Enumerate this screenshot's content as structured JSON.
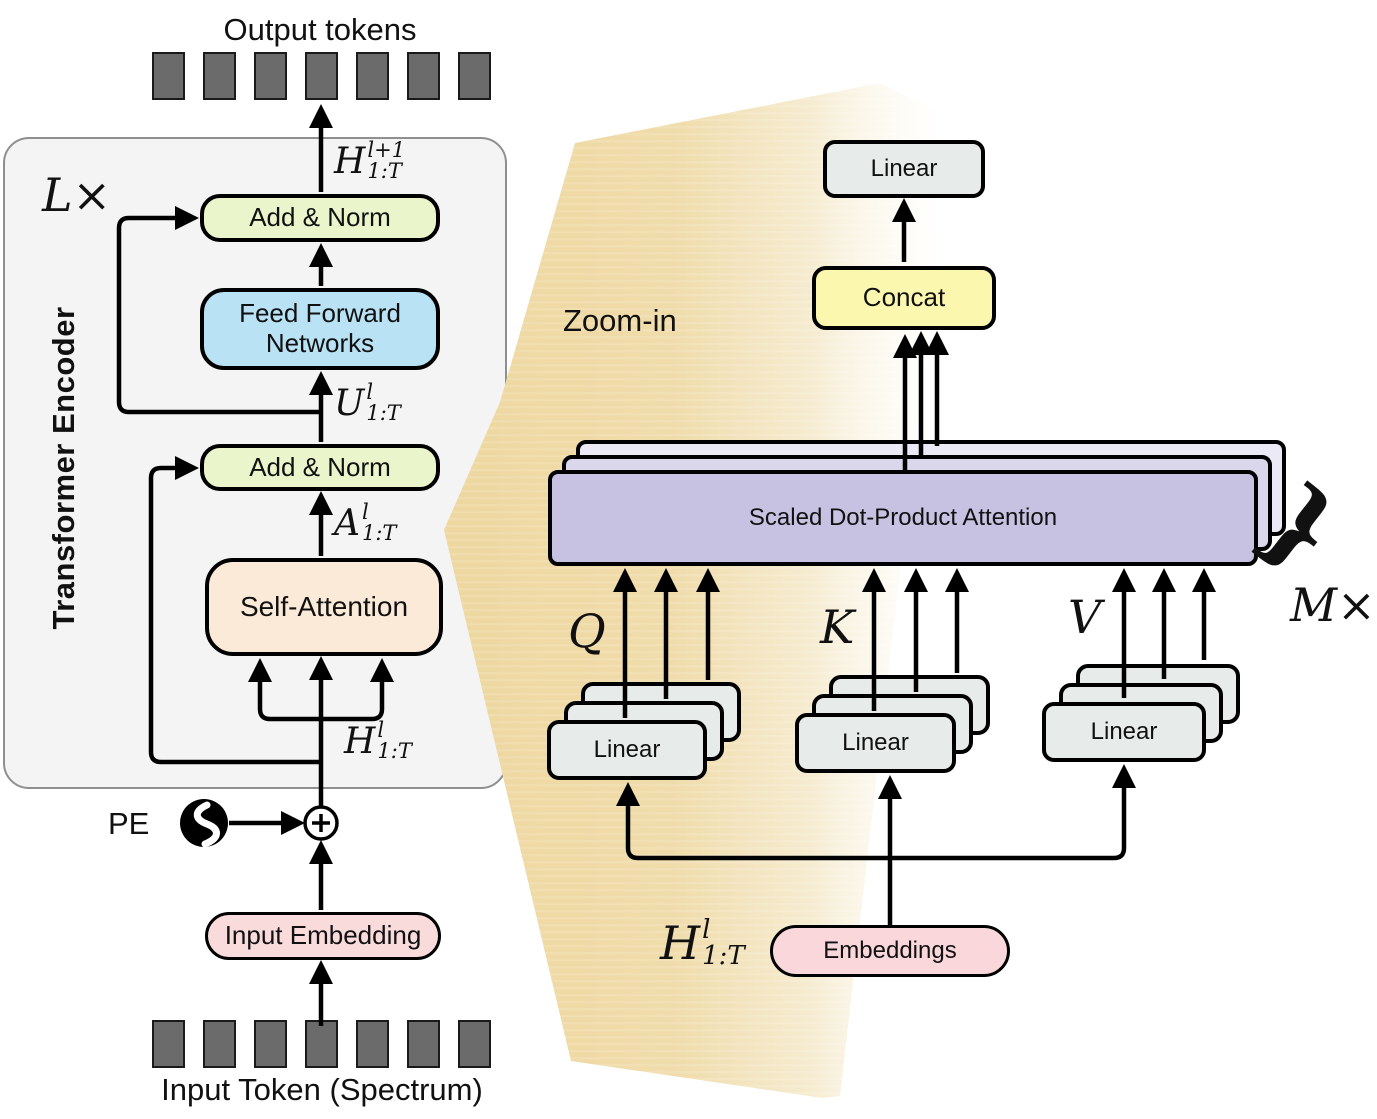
{
  "colors": {
    "panel_bg": "#f4f4f4",
    "panel_border": "#8f8f8f",
    "token_square": "#6b6b6b",
    "add_norm": "#eaf5cb",
    "ffn": "#b9e2f4",
    "self_attention": "#fcead9",
    "input_embedding": "#f9dbdc",
    "embeddings": "#f9d7da",
    "linear": "#e7ebe9",
    "concat": "#fbf7af",
    "sdpa_front": "#c7c1e2",
    "sdpa_mid": "#dad6eb",
    "sdpa_back": "#ece9f6",
    "wedge": "#efd9a4",
    "line": "#000000"
  },
  "left": {
    "output_tokens_label": "Output tokens",
    "input_tokens_label": "Input Token (Spectrum)",
    "token_count": 7,
    "loop_label": {
      "base": "L",
      "times": "×"
    },
    "panel_title": "Transformer Encoder",
    "add_norm_top": "Add & Norm",
    "ffn": "Feed Forward Networks",
    "add_norm_bottom": "Add & Norm",
    "self_attention": "Self-Attention",
    "input_embedding": "Input Embedding",
    "pe": "PE",
    "math": {
      "h_out": {
        "base": "H",
        "sup": "l+1",
        "sub": "1:T"
      },
      "u": {
        "base": "U",
        "sup": "l",
        "sub": "1:T"
      },
      "a": {
        "base": "A",
        "sup": "l",
        "sub": "1:T"
      },
      "h_in": {
        "base": "H",
        "sup": "l",
        "sub": "1:T"
      }
    }
  },
  "right": {
    "zoom_label": "Zoom-in",
    "linear_out": "Linear",
    "concat": "Concat",
    "sdpa": "Scaled Dot-Product Attention",
    "heads_label": {
      "base": "M",
      "times": "×"
    },
    "brace": "}",
    "q": "Q",
    "k": "K",
    "v": "V",
    "linear_q": "Linear",
    "linear_k": "Linear",
    "linear_v": "Linear",
    "embeddings": "Embeddings",
    "math": {
      "h_in": {
        "base": "H",
        "sup": "l",
        "sub": "1:T"
      }
    }
  }
}
